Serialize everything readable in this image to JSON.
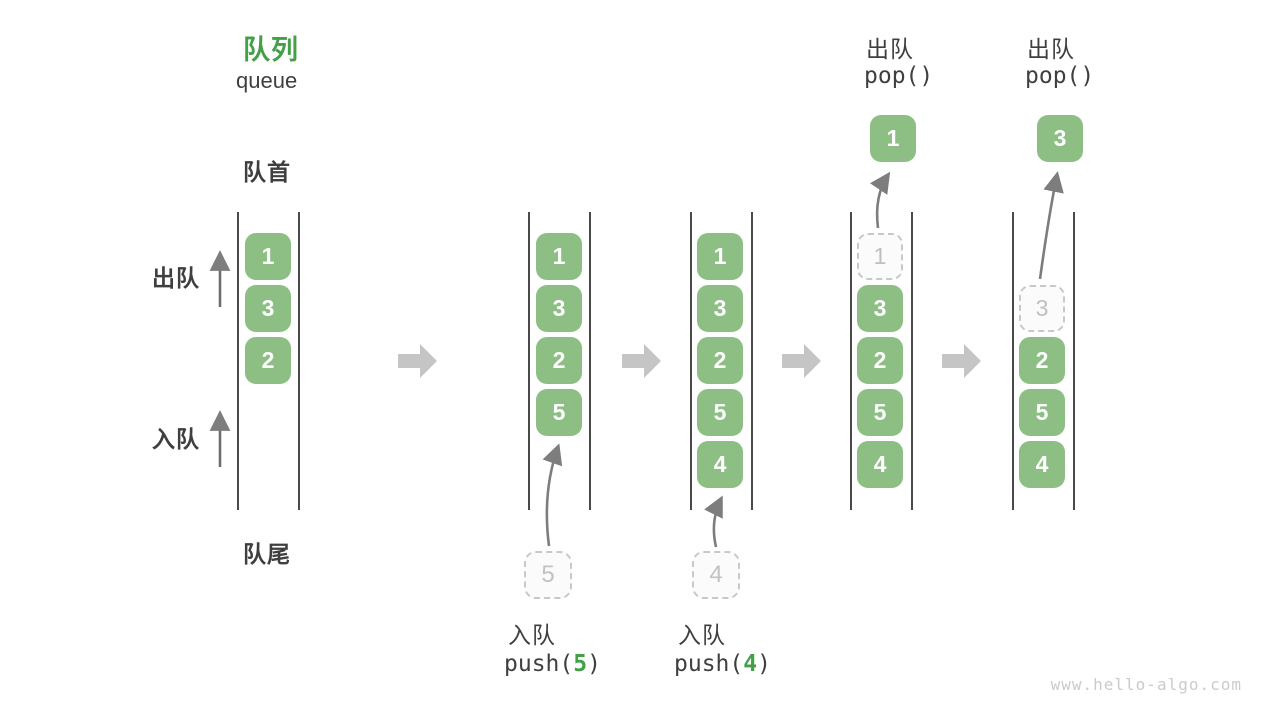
{
  "title": {
    "zh": "队列",
    "en": "queue"
  },
  "labels": {
    "front": "队首",
    "rear": "队尾",
    "dequeue": "出队",
    "enqueue": "入队"
  },
  "watermark": "www.hello-algo.com",
  "colors": {
    "box_green": "#8DBF85",
    "title_green": "#43A047",
    "text_dark": "#3F3F3F",
    "block_arrow_gray": "#C5C5C5",
    "thin_arrow_gray": "#7D7D7D",
    "container_line": "#4A4A4A",
    "dashed_border": "#C8C8C8",
    "dashed_text": "#BFBFBF",
    "watermark_gray": "#CBCBCB"
  },
  "icons": {
    "transition": "right-block-arrow-icon",
    "direction": "up-arrow-icon",
    "move": "curved-arrow-icon"
  },
  "states": [
    {
      "name": "initial",
      "items": [
        "1",
        "3",
        "2"
      ]
    },
    {
      "name": "after-push-5",
      "items": [
        "1",
        "3",
        "2",
        "5"
      ],
      "incoming": "5",
      "operation": {
        "name": "入队",
        "code_pre": "push(",
        "arg": "5",
        "code_post": ")"
      }
    },
    {
      "name": "after-push-4",
      "items": [
        "1",
        "3",
        "2",
        "5",
        "4"
      ],
      "incoming": "4",
      "operation": {
        "name": "入队",
        "code_pre": "push(",
        "arg": "4",
        "code_post": ")"
      }
    },
    {
      "name": "pop-first",
      "items": [
        "3",
        "2",
        "5",
        "4"
      ],
      "popped": "1",
      "operation": {
        "name": "出队",
        "code": "pop()"
      }
    },
    {
      "name": "pop-second",
      "items": [
        "2",
        "5",
        "4"
      ],
      "popped": "3",
      "operation": {
        "name": "出队",
        "code": "pop()"
      }
    }
  ]
}
